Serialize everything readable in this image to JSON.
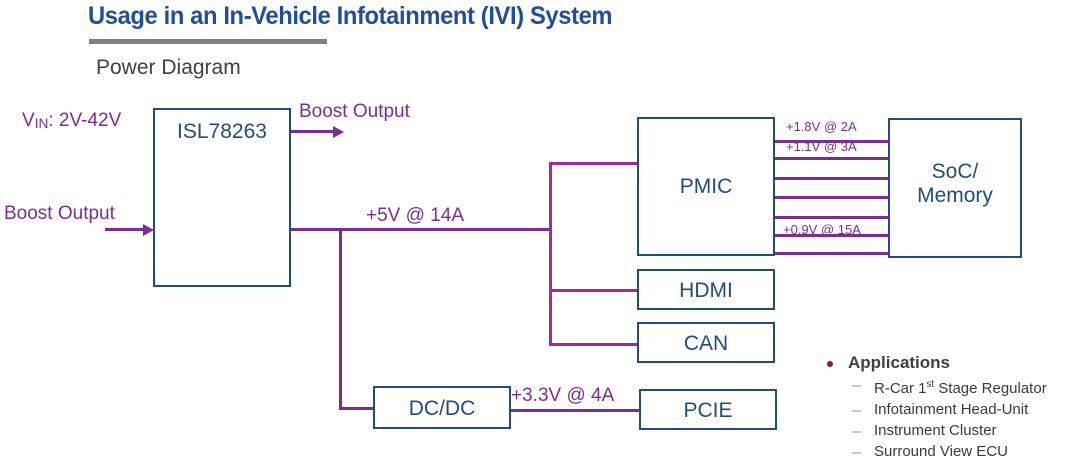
{
  "header": {
    "title": "Usage in an In-Vehicle Infotainment (IVI) System",
    "subtitle": "Power Diagram",
    "title_color": "#1F4E9C",
    "rule_color": "#808080"
  },
  "colors": {
    "box_border": "#1F4E79",
    "box_text": "#1F4E79",
    "wire_purple": "#7B2D96",
    "wire_magenta": "#A6299B",
    "bullet": "#8B1A1A",
    "body_text": "#404040",
    "background": "#FFFFFF"
  },
  "diagram": {
    "boxes": [
      {
        "id": "isl",
        "label": "ISL78263"
      },
      {
        "id": "pmic",
        "label": "PMIC"
      },
      {
        "id": "soc",
        "label_line1": "SoC/",
        "label_line2": "Memory"
      },
      {
        "id": "hdmi",
        "label": "HDMI"
      },
      {
        "id": "can",
        "label": "CAN"
      },
      {
        "id": "dcdc",
        "label": "DC/DC"
      },
      {
        "id": "pcie",
        "label": "PCIE"
      }
    ],
    "labels": {
      "vin_prefix": "V",
      "vin_sub": "IN",
      "vin_value": ": 2V-42V",
      "boost_output_top": "Boost Output",
      "boost_output_left": "Boost Output",
      "rail_5v": "+5V @ 14A",
      "rail_3v3": "+3.3V @ 4A",
      "rail_1v8": "+1.8V @ 2A",
      "rail_1v1": "+1.1V @ 3A",
      "rail_0v9": "+0.9V @ 15A"
    },
    "soc_rail_count": 7
  },
  "applications": {
    "heading": "Applications",
    "items": [
      {
        "pre": "R-Car 1",
        "sup": "st",
        "post": " Stage Regulator"
      },
      {
        "pre": "Infotainment Head-Unit",
        "sup": "",
        "post": ""
      },
      {
        "pre": "Instrument Cluster",
        "sup": "",
        "post": ""
      },
      {
        "pre": "Surround View ECU",
        "sup": "",
        "post": ""
      }
    ]
  }
}
